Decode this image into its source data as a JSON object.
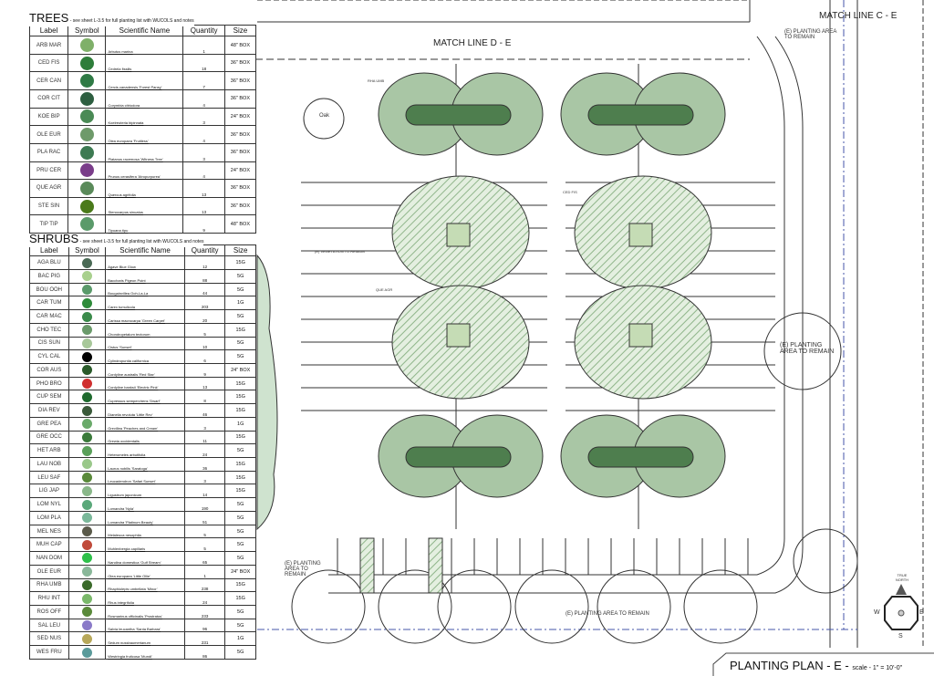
{
  "trees": {
    "title": "TREES",
    "note": " - see sheet L-3.5 for full planting list with WUCOLS and notes",
    "headers": [
      "Label",
      "Symbol",
      "Scientific Name",
      "Quantity",
      "Size"
    ],
    "rows": [
      [
        "ARB MAR",
        "Arbutus marina",
        "1",
        "48\" BOX",
        "#7fb069"
      ],
      [
        "CED FIS",
        "Cedrela fissilis",
        "18",
        "36\" BOX",
        "#2e7d3a"
      ],
      [
        "CER CAN",
        "Cercis canadensis 'Forest Pansy'",
        "7",
        "36\" BOX",
        "#2f7a45"
      ],
      [
        "COR CIT",
        "Corymbia citriodora",
        "4",
        "36\" BOX",
        "#2d5e40"
      ],
      [
        "KOE BIP",
        "Koelreuteria bipinnata",
        "3",
        "24\" BOX",
        "#4a8a55"
      ],
      [
        "OLE EUR",
        "Olea europaea 'Fruitless'",
        "4",
        "36\" BOX",
        "#6e9a6a"
      ],
      [
        "PLA RAC",
        "Platanus racemosa 'Witness Tree'",
        "3",
        "36\" BOX",
        "#3d7a52"
      ],
      [
        "PRU CER",
        "Prunus cerasifera 'Atropurpurea'",
        "4",
        "24\" BOX",
        "#7a3d8a"
      ],
      [
        "QUE AGR",
        "Quercus agrifolia",
        "13",
        "36\" BOX",
        "#5a8a5a"
      ],
      [
        "STE SIN",
        "Stenocarpus sinuatus",
        "13",
        "36\" BOX",
        "#4a7a1a"
      ],
      [
        "TIP TIP",
        "Tipuana tipu",
        "9",
        "48\" BOX",
        "#5a9a6a"
      ]
    ]
  },
  "shrubs": {
    "title": "SHRUBS",
    "note": " - see sheet L-3.5 for full planting list with WUCOLS and notes",
    "headers": [
      "Label",
      "Symbol",
      "Scientific Name",
      "Quantity",
      "Size"
    ],
    "rows": [
      [
        "AGA BLU",
        "Agave Blue Glow",
        "12",
        "15G",
        "#4a6a55"
      ],
      [
        "BAC PIG",
        "Baccharis Pigeon Point",
        "88",
        "5G",
        "#a8d08d"
      ],
      [
        "BOU OOH",
        "Bougainvillea Ooh-La-La",
        "44",
        "5G",
        "#5a9a6a"
      ],
      [
        "CAR TUM",
        "Carex tumulicola",
        "203",
        "1G",
        "#2e8b3a"
      ],
      [
        "CAR MAC",
        "Carissa macrocarpa 'Green Carpet'",
        "20",
        "5G",
        "#3a8a4a"
      ],
      [
        "CHO TEC",
        "Chondropetalum tectorum",
        "5",
        "15G",
        "#6a9a6a"
      ],
      [
        "CIS SUN",
        "Cistus 'Sunset'",
        "10",
        "5G",
        "#a8c89a"
      ],
      [
        "CYL CAL",
        "Cylindropuntia californica",
        "6",
        "5G",
        "#000000"
      ],
      [
        "COR AUS",
        "Cordyline australis 'Red Star'",
        "9",
        "24\" BOX",
        "#2a5a2a"
      ],
      [
        "PHO BRO",
        "Cordyline banksii 'Electric Pink'",
        "13",
        "15G",
        "#d03030"
      ],
      [
        "CUP SEM",
        "Cupressus sempervirens 'Dwarf'",
        "8",
        "15G",
        "#1e6a2e"
      ],
      [
        "DIA REV",
        "Dianella revoluta 'Little Rev'",
        "46",
        "15G",
        "#3a5a3a"
      ],
      [
        "GRE PEA",
        "Grevillea 'Peaches and Cream'",
        "3",
        "1G",
        "#6aaa6a"
      ],
      [
        "GRE OCC",
        "Grewia occidentalis",
        "11",
        "15G",
        "#3a7a3a"
      ],
      [
        "HET ARB",
        "Heteromeles arbutifolia",
        "24",
        "5G",
        "#5aa05a"
      ],
      [
        "LAU NOB",
        "Laurus nobilis 'Saratoga'",
        "36",
        "15G",
        "#9ac88a"
      ],
      [
        "LEU SAF",
        "Leucadendron 'Safari Sunset'",
        "3",
        "15G",
        "#5a8a3a"
      ],
      [
        "LIG JAP",
        "Ligustrum japonicum",
        "14",
        "15G",
        "#8ab88a"
      ],
      [
        "LOM NYL",
        "Lomandra 'Nyla'",
        "190",
        "5G",
        "#5aa87a"
      ],
      [
        "LOM PLA",
        "Lomandra 'Platinum Beauty'",
        "51",
        "5G",
        "#7ab89a"
      ],
      [
        "MEL NES",
        "Melaleuca nesophila",
        "5",
        "5G",
        "#5a5a4a"
      ],
      [
        "MUH CAP",
        "Muhlenbergia capillaris",
        "5",
        "5G",
        "#c04a3a"
      ],
      [
        "NAN DOM",
        "Nandina domestica 'Gulf Stream'",
        "65",
        "5G",
        "#2ec04a"
      ],
      [
        "OLE EUR",
        "Olea europaea 'Little Ollie'",
        "1",
        "24\" BOX",
        "#8ab89a"
      ],
      [
        "RHA UMB",
        "Rhaphiolepis umbellata 'Minor'",
        "238",
        "15G",
        "#3a6a2a"
      ],
      [
        "RHU INT",
        "Rhus integrifolia",
        "24",
        "15G",
        "#7ab86a"
      ],
      [
        "ROS OFF",
        "Rosmarinus officinalis 'Prostratus'",
        "233",
        "5G",
        "#5a8a3a"
      ],
      [
        "SAL LEU",
        "Salvia leucantha 'Santa Barbara'",
        "96",
        "5G",
        "#8a7ac8"
      ],
      [
        "SED NUS",
        "Sedum nussbaumerianum",
        "231",
        "1G",
        "#b8a85a"
      ],
      [
        "WES FRU",
        "Westringia fruticosa 'Mundi'",
        "86",
        "5G",
        "#5a9a9a"
      ]
    ]
  },
  "plan": {
    "match_de": "MATCH LINE D - E",
    "match_ce": "MATCH LINE C - E",
    "oak": "Oak",
    "rha": "RHA UMB",
    "ced": "CED FIS",
    "que": "QUE AGR",
    "veg": "(E) VEGETATION TO REMAIN",
    "area1": "(E) PLANTING AREA TO REMAIN",
    "area2": "(E) PLANTING AREA TO REMAIN",
    "area3": "(E) PLANTING AREA TO REMAIN",
    "area4": "(E) PLANTING AREA TO REMAIN",
    "north": "TRUE NORTH",
    "w": "W",
    "e": "E",
    "s": "S"
  },
  "title": {
    "main": "PLANTING PLAN - E - ",
    "scale": "scale - 1\" = 10'-0\""
  }
}
